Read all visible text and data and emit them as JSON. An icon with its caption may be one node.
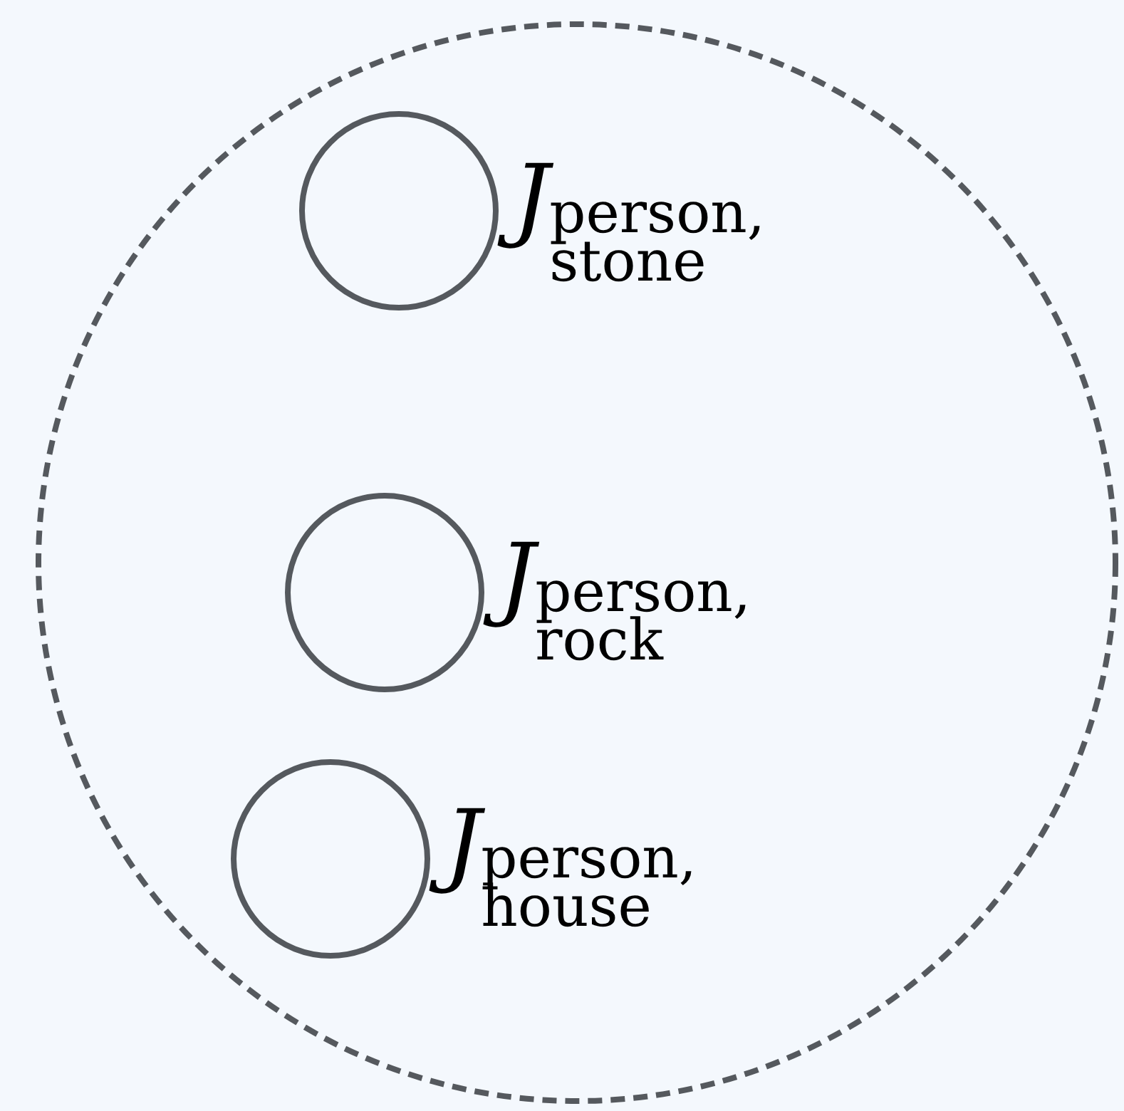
{
  "diagram": {
    "nodes": [
      {
        "text": [],
        "shape": "circle"
      },
      {
        "text": [],
        "shape": "circle",
        "in": 0,
        "beside": [
          "*J*$_{person, stone}$"
        ]
      },
      {
        "text": [],
        "shape": "circle",
        "in": 0,
        "beside": [
          "*J*$_{person, rock}$"
        ]
      },
      {
        "text": [],
        "shape": "circle",
        "in": 0,
        "beside": [
          "*J*$_{person, house}$"
        ]
      }
    ]
  }
}
